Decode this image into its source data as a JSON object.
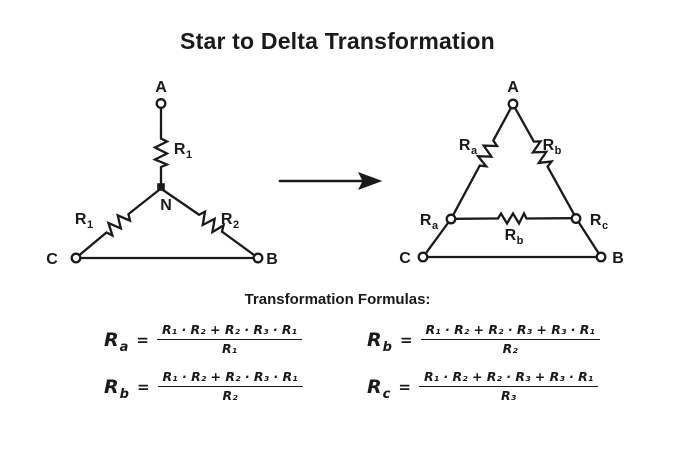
{
  "title": "Star to Delta Transformation",
  "colors": {
    "ink": "#1a1a1a",
    "background": "#ffffff"
  },
  "star": {
    "labels": {
      "node_a": "A",
      "node_n": "N",
      "node_b": "B",
      "node_c": "C",
      "r_top": {
        "base": "R",
        "sub": "1"
      },
      "r_left": {
        "base": "R",
        "sub": "1"
      },
      "r_right": {
        "base": "R",
        "sub": "2"
      }
    }
  },
  "arrow": {
    "direction": "right"
  },
  "delta": {
    "labels": {
      "node_a": "A",
      "node_b": "B",
      "node_c": "C",
      "r_left_slant": {
        "base": "R",
        "sub": "a"
      },
      "r_right_slant": {
        "base": "R",
        "sub": "b"
      },
      "r_mid_left": {
        "base": "R",
        "sub": "a"
      },
      "r_mid_right": {
        "base": "R",
        "sub": "c"
      },
      "r_mid_center": {
        "base": "R",
        "sub": "b"
      }
    }
  },
  "formulas": {
    "heading": "Transformation Formulas:",
    "left": [
      {
        "lhs_base": "R",
        "lhs_sub": "a",
        "eq": "=",
        "num": "R₁ · R₂ + R₂ · R₃ · R₁",
        "den": "R₁"
      },
      {
        "lhs_base": "R",
        "lhs_sub": "b",
        "eq": "=",
        "num": "R₁ · R₂ + R₂ · R₃ · R₁",
        "den": "R₂"
      }
    ],
    "right": [
      {
        "lhs_base": "R",
        "lhs_sub": "b",
        "eq": "=",
        "num": "R₁ · R₂ + R₂ · R₃ + R₃ · R₁",
        "den": "R₂"
      },
      {
        "lhs_base": "R",
        "lhs_sub": "c",
        "eq": "=",
        "num": "R₁ · R₂ + R₂ · R₃ + R₃ · R₁",
        "den": "R₃"
      }
    ]
  }
}
